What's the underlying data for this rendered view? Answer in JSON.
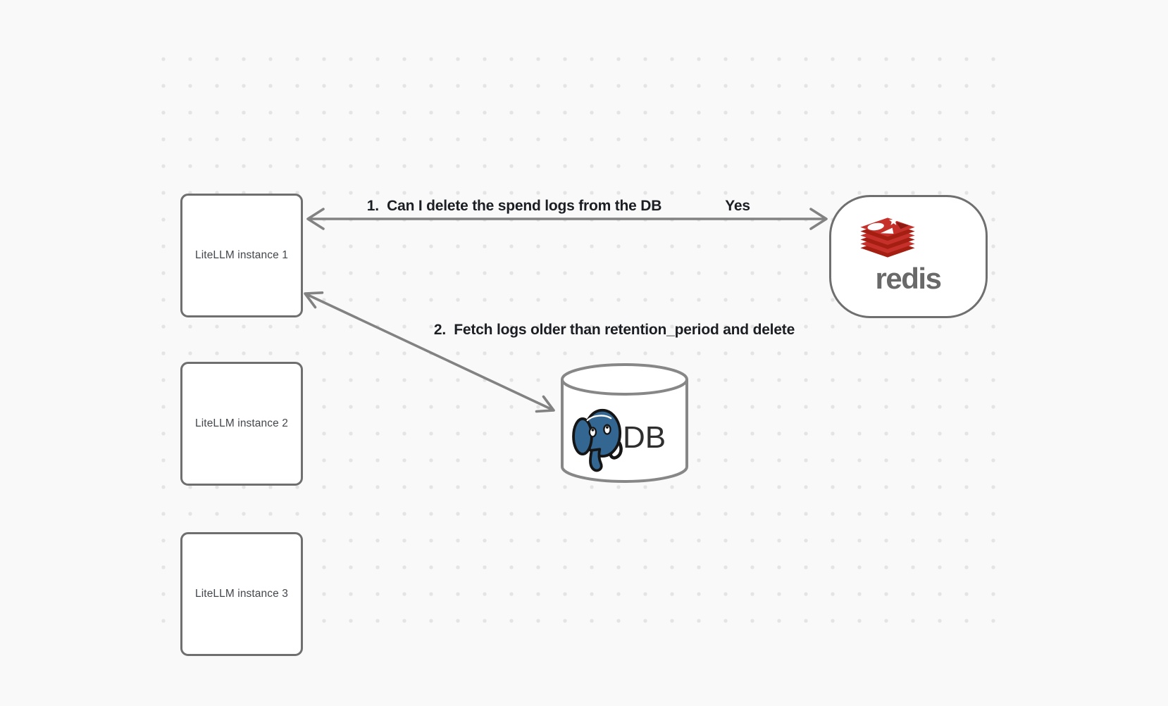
{
  "diagram": {
    "nodes": {
      "instance1": {
        "label": "LiteLLM instance 1"
      },
      "instance2": {
        "label": "LiteLLM instance 2"
      },
      "instance3": {
        "label": "LiteLLM instance 3"
      },
      "redis": {
        "wordmark": "redis"
      },
      "db": {
        "label": "DB"
      }
    },
    "arrows": {
      "redis_query": {
        "label": "1.  Can I delete the spend logs from the DB",
        "response": "Yes"
      },
      "db_fetch": {
        "label": "2.  Fetch logs older than retention_period and delete"
      }
    },
    "colors": {
      "background": "#f9f9f9",
      "grid_dot": "#e4e4e4",
      "shape_border": "#6f6f6f",
      "arrow": "#828282",
      "label_text": "#1b1e22",
      "redis_red": "#c6302b",
      "redis_dark_red": "#a41e11",
      "redis_wordmark": "#696969",
      "postgres_blue": "#336791"
    }
  }
}
